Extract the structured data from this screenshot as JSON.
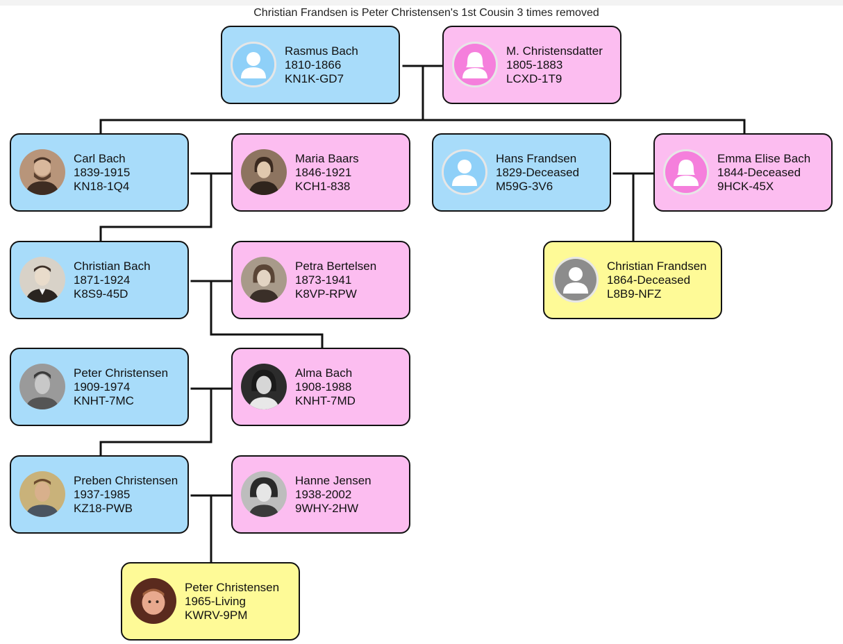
{
  "title": "Christian Frandsen is Peter Christensen's 1st Cousin 3 times removed",
  "colors": {
    "male": "#a8dcfa",
    "female": "#fcbdf0",
    "focus": "#fefa97",
    "line": "#111111"
  },
  "people": {
    "rasmus": {
      "name": "Rasmus Bach",
      "years": "1810-1866",
      "pid": "KN1K-GD7",
      "gender": "male",
      "photo": "placeholder-male-icon"
    },
    "mchristensdatter": {
      "name": "M. Christensdatter",
      "years": "1805-1883",
      "pid": "LCXD-1T9",
      "gender": "female",
      "photo": "placeholder-female-icon"
    },
    "carl": {
      "name": "Carl Bach",
      "years": "1839-1915",
      "pid": "KN18-1Q4",
      "gender": "male",
      "photo": "portrait-photo"
    },
    "maria": {
      "name": "Maria Baars",
      "years": "1846-1921",
      "pid": "KCH1-838",
      "gender": "female",
      "photo": "portrait-photo"
    },
    "hans": {
      "name": "Hans Frandsen",
      "years": "1829-Deceased",
      "pid": "M59G-3V6",
      "gender": "male",
      "photo": "placeholder-male-icon"
    },
    "emma": {
      "name": "Emma Elise Bach",
      "years": "1844-Deceased",
      "pid": "9HCK-45X",
      "gender": "female",
      "photo": "placeholder-female-icon"
    },
    "christianfrandsen": {
      "name": "Christian Frandsen",
      "years": "1864-Deceased",
      "pid": "L8B9-NFZ",
      "gender": "focus",
      "photo": "placeholder-gray-icon"
    },
    "christianbach": {
      "name": "Christian Bach",
      "years": "1871-1924",
      "pid": "K8S9-45D",
      "gender": "male",
      "photo": "portrait-photo"
    },
    "petra": {
      "name": "Petra Bertelsen",
      "years": "1873-1941",
      "pid": "K8VP-RPW",
      "gender": "female",
      "photo": "portrait-photo"
    },
    "peter1909": {
      "name": "Peter Christensen",
      "years": "1909-1974",
      "pid": "KNHT-7MC",
      "gender": "male",
      "photo": "portrait-photo"
    },
    "alma": {
      "name": "Alma Bach",
      "years": "1908-1988",
      "pid": "KNHT-7MD",
      "gender": "female",
      "photo": "portrait-photo"
    },
    "preben": {
      "name": "Preben Christensen",
      "years": "1937-1985",
      "pid": "KZ18-PWB",
      "gender": "male",
      "photo": "portrait-photo"
    },
    "hanne": {
      "name": "Hanne Jensen",
      "years": "1938-2002",
      "pid": "9WHY-2HW",
      "gender": "female",
      "photo": "portrait-photo"
    },
    "peter1965": {
      "name": "Peter Christensen",
      "years": "1965-Living",
      "pid": "KWRV-9PM",
      "gender": "focus",
      "photo": "portrait-photo"
    }
  }
}
